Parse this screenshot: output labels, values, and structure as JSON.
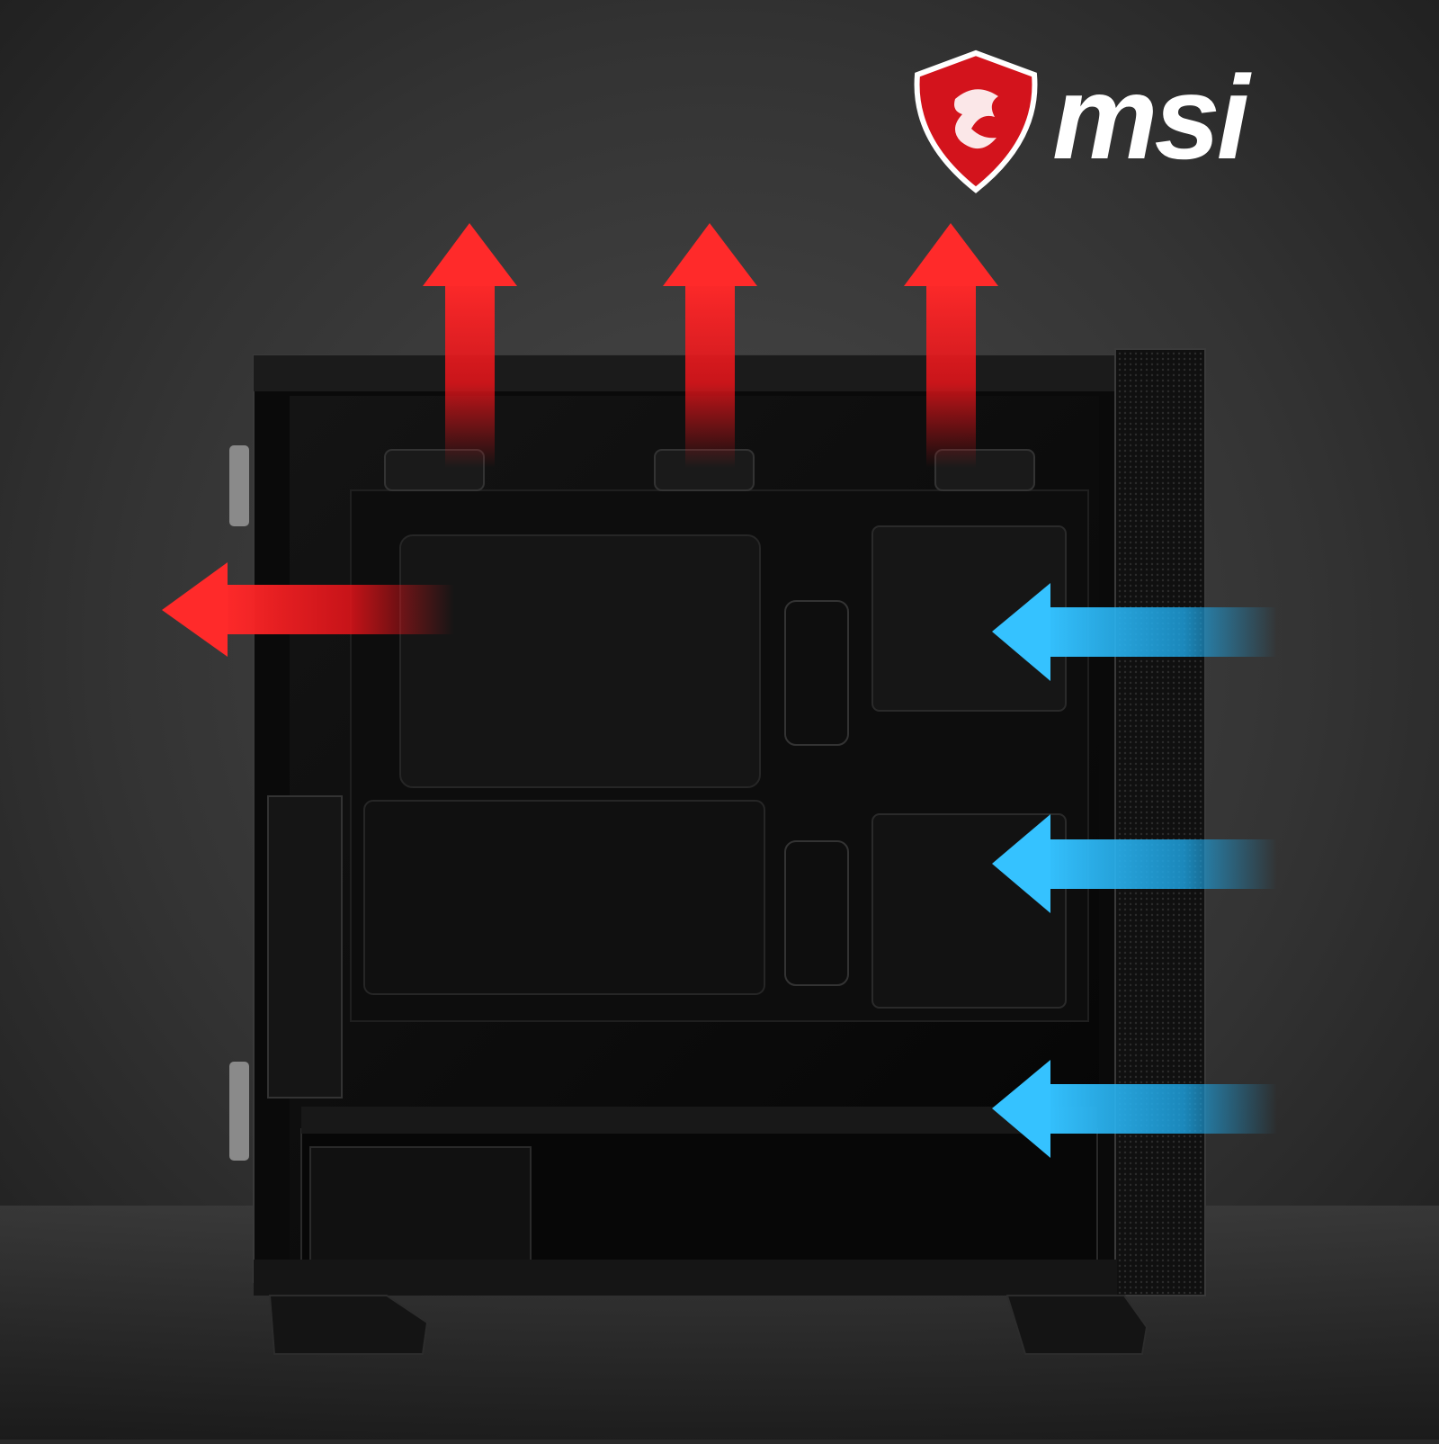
{
  "brand": {
    "name": "msi",
    "logo": "msi-dragon-shield-logo",
    "shield_color": "#d3131c"
  },
  "scene": {
    "subject": "pc-case-interior-open-side",
    "background_color": "#2a2a2a",
    "case_color": "#0c0c0c"
  },
  "airflow": {
    "exhaust_color": "#e8141a",
    "intake_color": "#1ea6e6",
    "exhaust_arrows": [
      {
        "id": "top-exhaust-1",
        "direction": "up"
      },
      {
        "id": "top-exhaust-2",
        "direction": "up"
      },
      {
        "id": "top-exhaust-3",
        "direction": "up"
      },
      {
        "id": "rear-exhaust",
        "direction": "left"
      }
    ],
    "intake_arrows": [
      {
        "id": "front-intake-1",
        "direction": "left"
      },
      {
        "id": "front-intake-2",
        "direction": "left"
      },
      {
        "id": "front-intake-3",
        "direction": "left"
      }
    ]
  }
}
